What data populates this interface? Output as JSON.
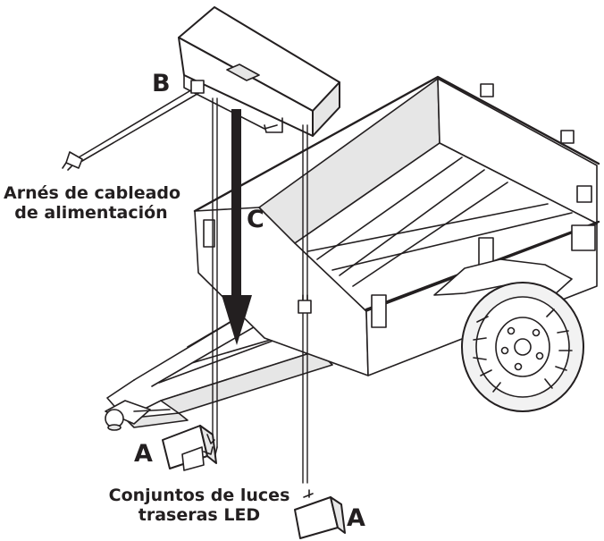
{
  "labels": {
    "b": "B",
    "c": "C",
    "a_left": "A",
    "a_right": "A",
    "harness_line1": "Arnés de cableado",
    "harness_line2": "de alimentación",
    "lights_line1": "Conjuntos de luces",
    "lights_line2": "traseras LED"
  },
  "colors": {
    "ink": "#231f20",
    "panel_fill": "#ffffff",
    "shadow_fill": "#e6e6e6",
    "tire_fill": "#f2f2f2"
  }
}
